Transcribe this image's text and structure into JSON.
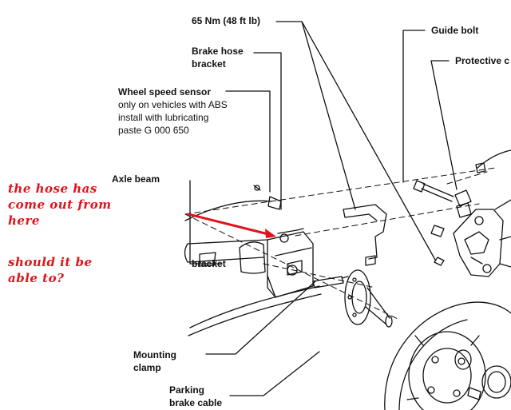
{
  "colors": {
    "ink": "#111111",
    "annotation": "#e0121a",
    "background": "#ffffff"
  },
  "labels": {
    "torque": "65 Nm (48 ft lb)",
    "guide_bolt": "Guide bolt",
    "protective": "Protective c",
    "brake_hose_bracket_1": "Brake hose",
    "brake_hose_bracket_2": "bracket",
    "wheel_speed_sensor_title": "Wheel speed sensor",
    "wheel_speed_sensor_line1": "only on vehicles with ABS",
    "wheel_speed_sensor_line2": "install with lubricating",
    "wheel_speed_sensor_line3": "paste G 000 650",
    "axle_beam": "Axle beam",
    "bracket": "bracket",
    "mounting_clamp_1": "Mounting",
    "mounting_clamp_2": "clamp",
    "parking_brake_1": "Parking",
    "parking_brake_2": "brake cable"
  },
  "annotation": {
    "line1": "the hose has",
    "line2": "come out from",
    "line3": "here",
    "line4": "should it be",
    "line5": "able to?"
  }
}
